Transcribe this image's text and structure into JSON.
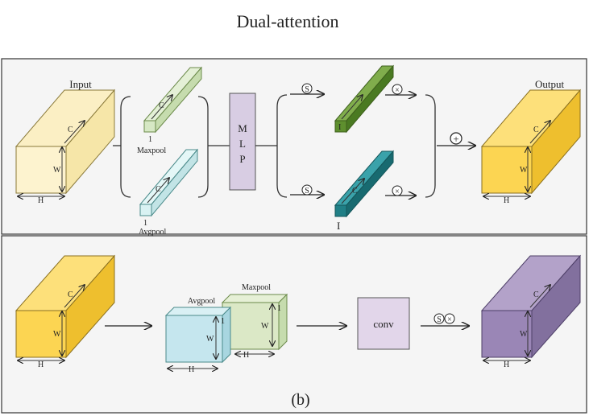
{
  "title": "Dual-attention",
  "caption": "(b)",
  "colors": {
    "input_front": "#fdf3cf",
    "input_top": "#fbefc4",
    "input_side": "#f6e6a8",
    "output_front": "#fcd552",
    "output_side": "#eebf2e",
    "maxpool_vec": "#d6e8c4",
    "avgpool_vec": "#d9f2f3",
    "mlp": "#d8cde3",
    "green_vec": "#5e8f2e",
    "teal_vec": "#207f86",
    "avg_map": "#c5e6ee",
    "max_map": "#dbe8c6",
    "conv": "#e2d6ea",
    "purple_out": "#9a86b6"
  },
  "top_panel": {
    "input_label": "Input",
    "output_label": "Output",
    "maxpool_label": "Maxpool",
    "avgpool_label": "Avgpool",
    "mlp_letters": [
      "M",
      "L",
      "P"
    ],
    "sigmoid_symbol": "S",
    "multiply_symbol": "×",
    "add_symbol": "+",
    "dim_c": "C",
    "dim_w": "W",
    "dim_h": "H",
    "dim_one": "1",
    "vec_one": "I"
  },
  "bottom_panel": {
    "avgpool_label": "Avgpool",
    "maxpool_label": "Maxpool",
    "conv_label": "conv",
    "sigmoid_symbol": "S",
    "multiply_symbol": "×",
    "dim_c": "C",
    "dim_w": "W",
    "dim_h": "H",
    "dim_one": "1"
  }
}
